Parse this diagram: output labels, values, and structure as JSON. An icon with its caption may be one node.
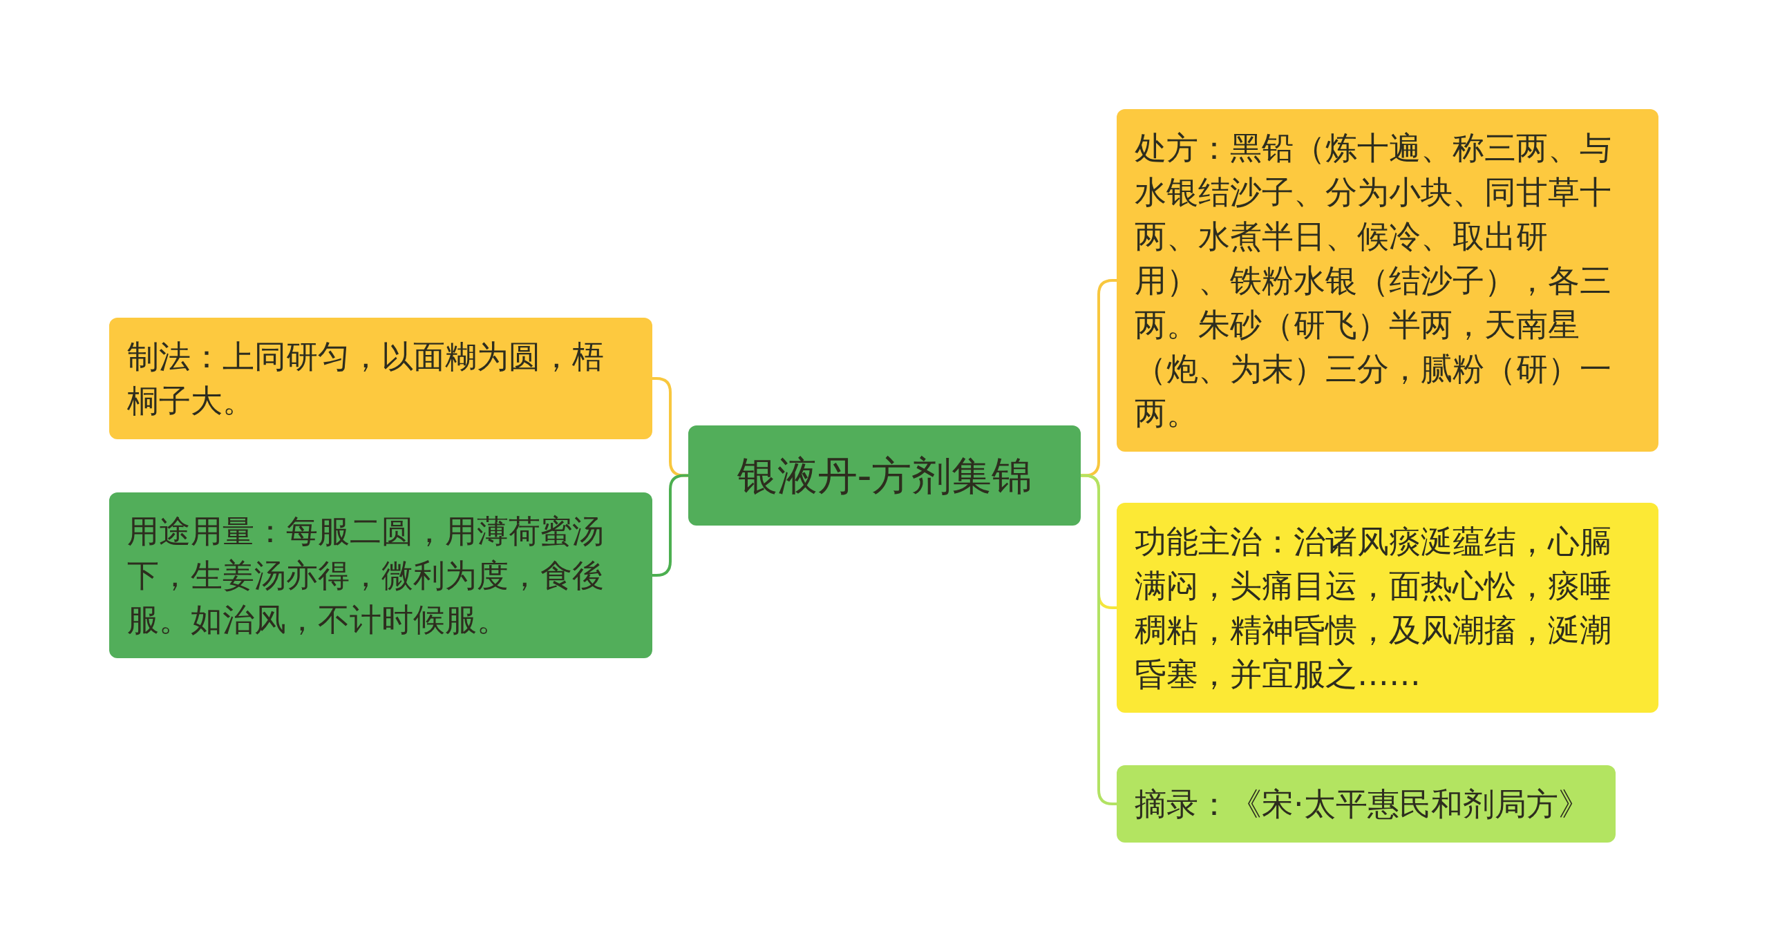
{
  "diagram": {
    "nodes": [
      {
        "text": [
          "银液丹-方剂集锦"
        ]
      },
      {
        "text": [
          "制法：上同研匀，以面糊为圆，梧桐子大。"
        ]
      },
      {
        "text": [
          "用途用量：每服二圆，用薄荷蜜汤下，生姜汤亦得，微利为度，食後服。如治风，不计时候服。"
        ]
      },
      {
        "text": [
          "处方：黑铅（炼十遍、称三两、与水银结沙子、分为小块、同甘草十两、水煮半日、候冷、取出研用）、铁粉水银（结沙子），各三两。朱砂（研飞）半两，天南星（炮、为末）三分，腻粉（研）一两。"
        ]
      },
      {
        "text": [
          "功能主治：治诸风痰涎蕴结，心膈满闷，头痛目运，面热心忪，痰唾稠粘，精神昏愦，及风潮搐，涎潮昏塞，并宜服之……"
        ]
      },
      {
        "text": [
          "摘录：《宋·太平惠民和剂局方》"
        ]
      }
    ],
    "edges": [
      {
        "from": 0,
        "to": 1,
        "arrow": "none"
      },
      {
        "from": 0,
        "to": 2,
        "arrow": "none",
        "color": "#4caf50"
      },
      {
        "from": 0,
        "to": 3,
        "arrow": "none"
      },
      {
        "from": 0,
        "to": 4,
        "arrow": "none",
        "color": "#f4e63c"
      },
      {
        "from": 0,
        "to": 5,
        "arrow": "none",
        "color": "#b2e263"
      }
    ]
  }
}
